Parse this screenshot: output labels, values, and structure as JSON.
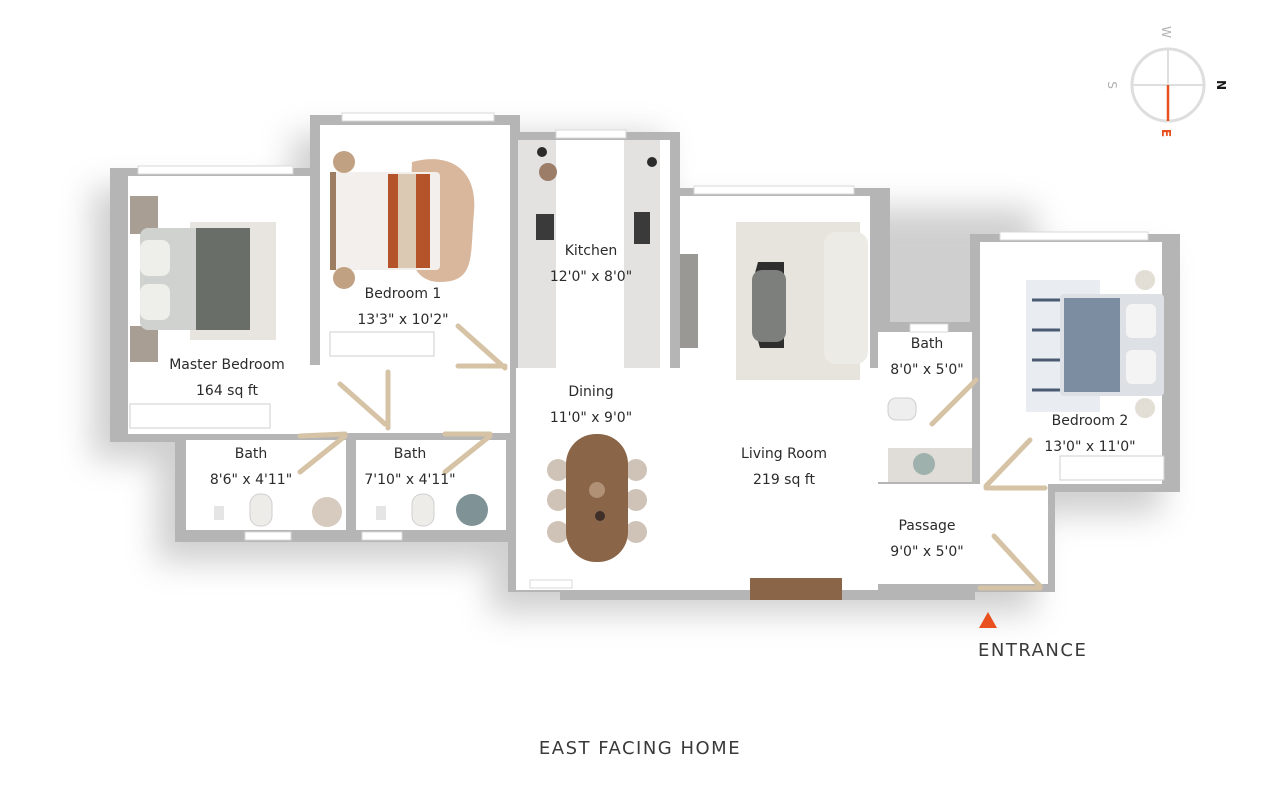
{
  "rooms": {
    "master_bedroom": {
      "name": "Master Bedroom",
      "dim": "164 sq ft"
    },
    "bedroom1": {
      "name": "Bedroom 1",
      "dim": "13'3\" x 10'2\""
    },
    "kitchen": {
      "name": "Kitchen",
      "dim": "12'0\" x 8'0\""
    },
    "dining": {
      "name": "Dining",
      "dim": "11'0\" x 9'0\""
    },
    "living": {
      "name": "Living Room",
      "dim": "219 sq ft"
    },
    "bath_top": {
      "name": "Bath",
      "dim": "8'0\" x 5'0\""
    },
    "bedroom2": {
      "name": "Bedroom 2",
      "dim": "13'0\" x 11'0\""
    },
    "bath_left": {
      "name": "Bath",
      "dim": "8'6\" x 4'11\""
    },
    "bath_mid": {
      "name": "Bath",
      "dim": "7'10\" x 4'11\""
    },
    "passage": {
      "name": "Passage",
      "dim": "9'0\" x 5'0\""
    }
  },
  "entrance": {
    "label": "ENTRANCE"
  },
  "title": "EAST FACING HOME",
  "compass": {
    "w": "W",
    "n": "N",
    "s": "S",
    "e": "E"
  },
  "colors": {
    "wall": "#b5b5b5",
    "accent": "#e8501e",
    "floor": "#ffffff",
    "wood": "#8a6547",
    "door": "#d6c3a5"
  }
}
